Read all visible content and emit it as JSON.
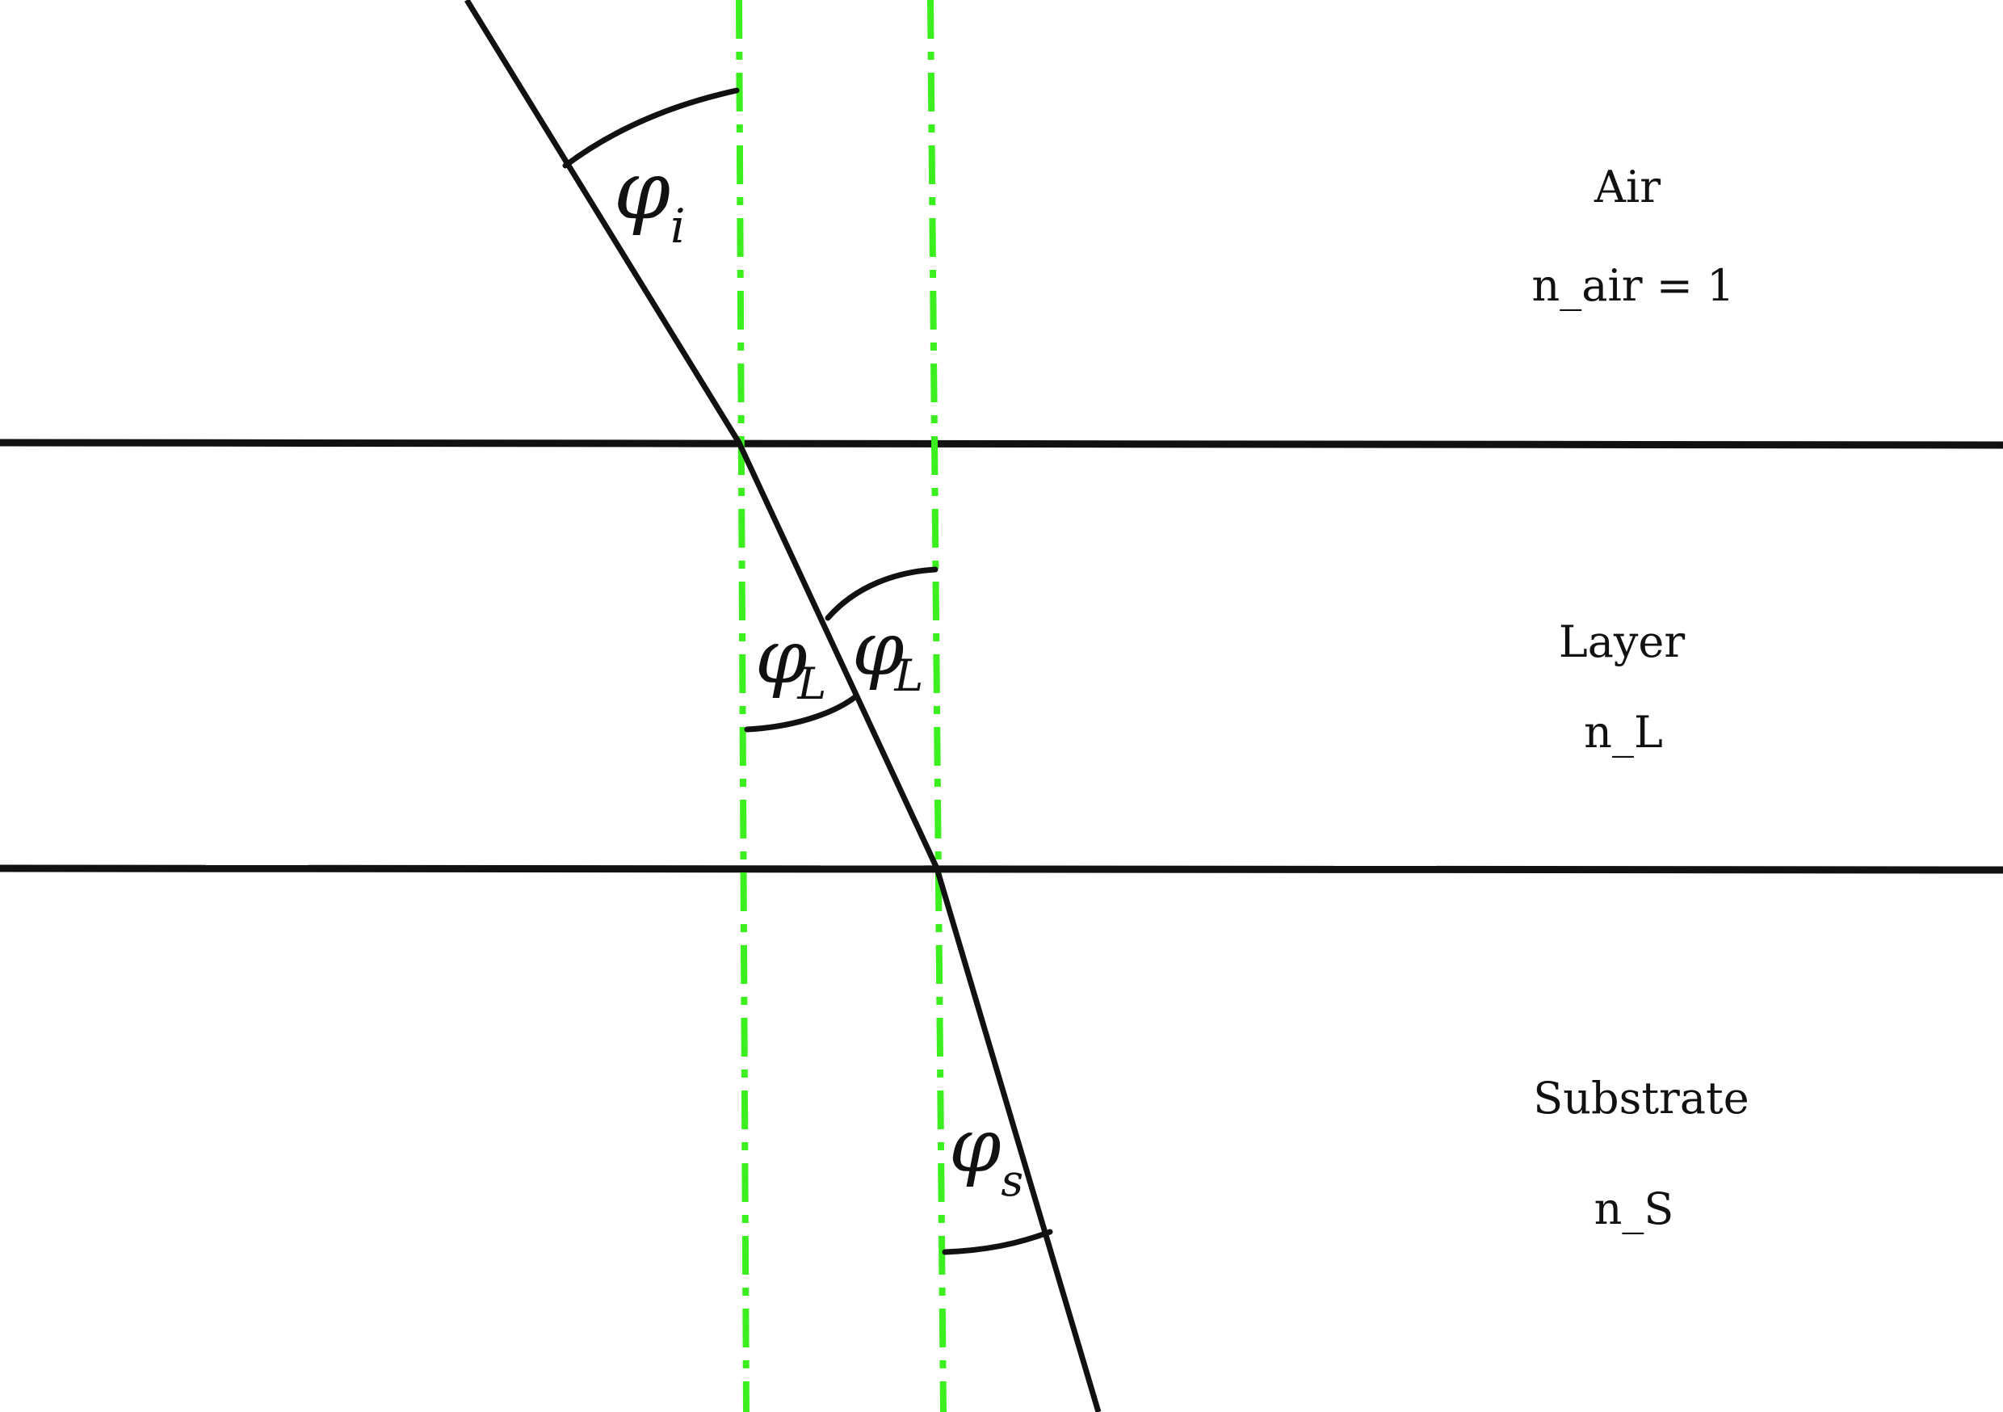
{
  "colors": {
    "background": "#ffffff",
    "line": "#111111",
    "normal": "#3cf020"
  },
  "media": [
    {
      "name": "Air",
      "index_label": "n_air = 1"
    },
    {
      "name": "Layer",
      "index_label": "n_L"
    },
    {
      "name": "Substrate",
      "index_label": "n_S"
    }
  ],
  "angles": {
    "incident": {
      "symbol": "φ",
      "subscript": "i"
    },
    "layer_left": {
      "symbol": "φ",
      "subscript": "L"
    },
    "layer_right": {
      "symbol": "φ",
      "subscript": "L"
    },
    "substrate": {
      "symbol": "φ",
      "subscript": "s"
    }
  }
}
